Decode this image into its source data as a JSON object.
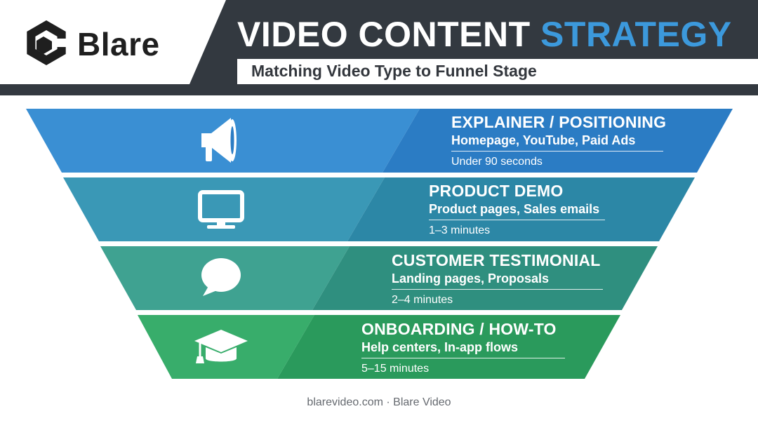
{
  "brand": {
    "name": "Blare",
    "logo_icon": "blare-hexagon-logo"
  },
  "header": {
    "title_part1": "VIDEO CONTENT",
    "title_part2": "STRATEGY",
    "subtitle": "Matching Video Type to Funnel Stage",
    "colors": {
      "dark": "#333940",
      "accent": "#3c99dc"
    }
  },
  "funnel": {
    "tiers": [
      {
        "title": "EXPLAINER / POSITIONING",
        "channels": "Homepage, YouTube, Paid Ads",
        "duration": "Under 90 seconds",
        "icon": "megaphone-icon",
        "color": "#2b7cc4",
        "color_light": "#3a8fd3"
      },
      {
        "title": "PRODUCT DEMO",
        "channels": "Product pages, Sales emails",
        "duration": "1–3 minutes",
        "icon": "monitor-icon",
        "color": "#2c87a6",
        "color_light": "#3a98b6"
      },
      {
        "title": "CUSTOMER TESTIMONIAL",
        "channels": "Landing pages, Proposals",
        "duration": "2–4 minutes",
        "icon": "speech-bubble-icon",
        "color": "#2f8f7f",
        "color_light": "#3fa291"
      },
      {
        "title": "ONBOARDING / HOW-TO",
        "channels": "Help centers, In-app flows",
        "duration": "5–15 minutes",
        "icon": "graduation-cap-icon",
        "color": "#2a9a5c",
        "color_light": "#38ad6b"
      }
    ]
  },
  "footer": {
    "text": "blarevideo.com · Blare Video"
  }
}
